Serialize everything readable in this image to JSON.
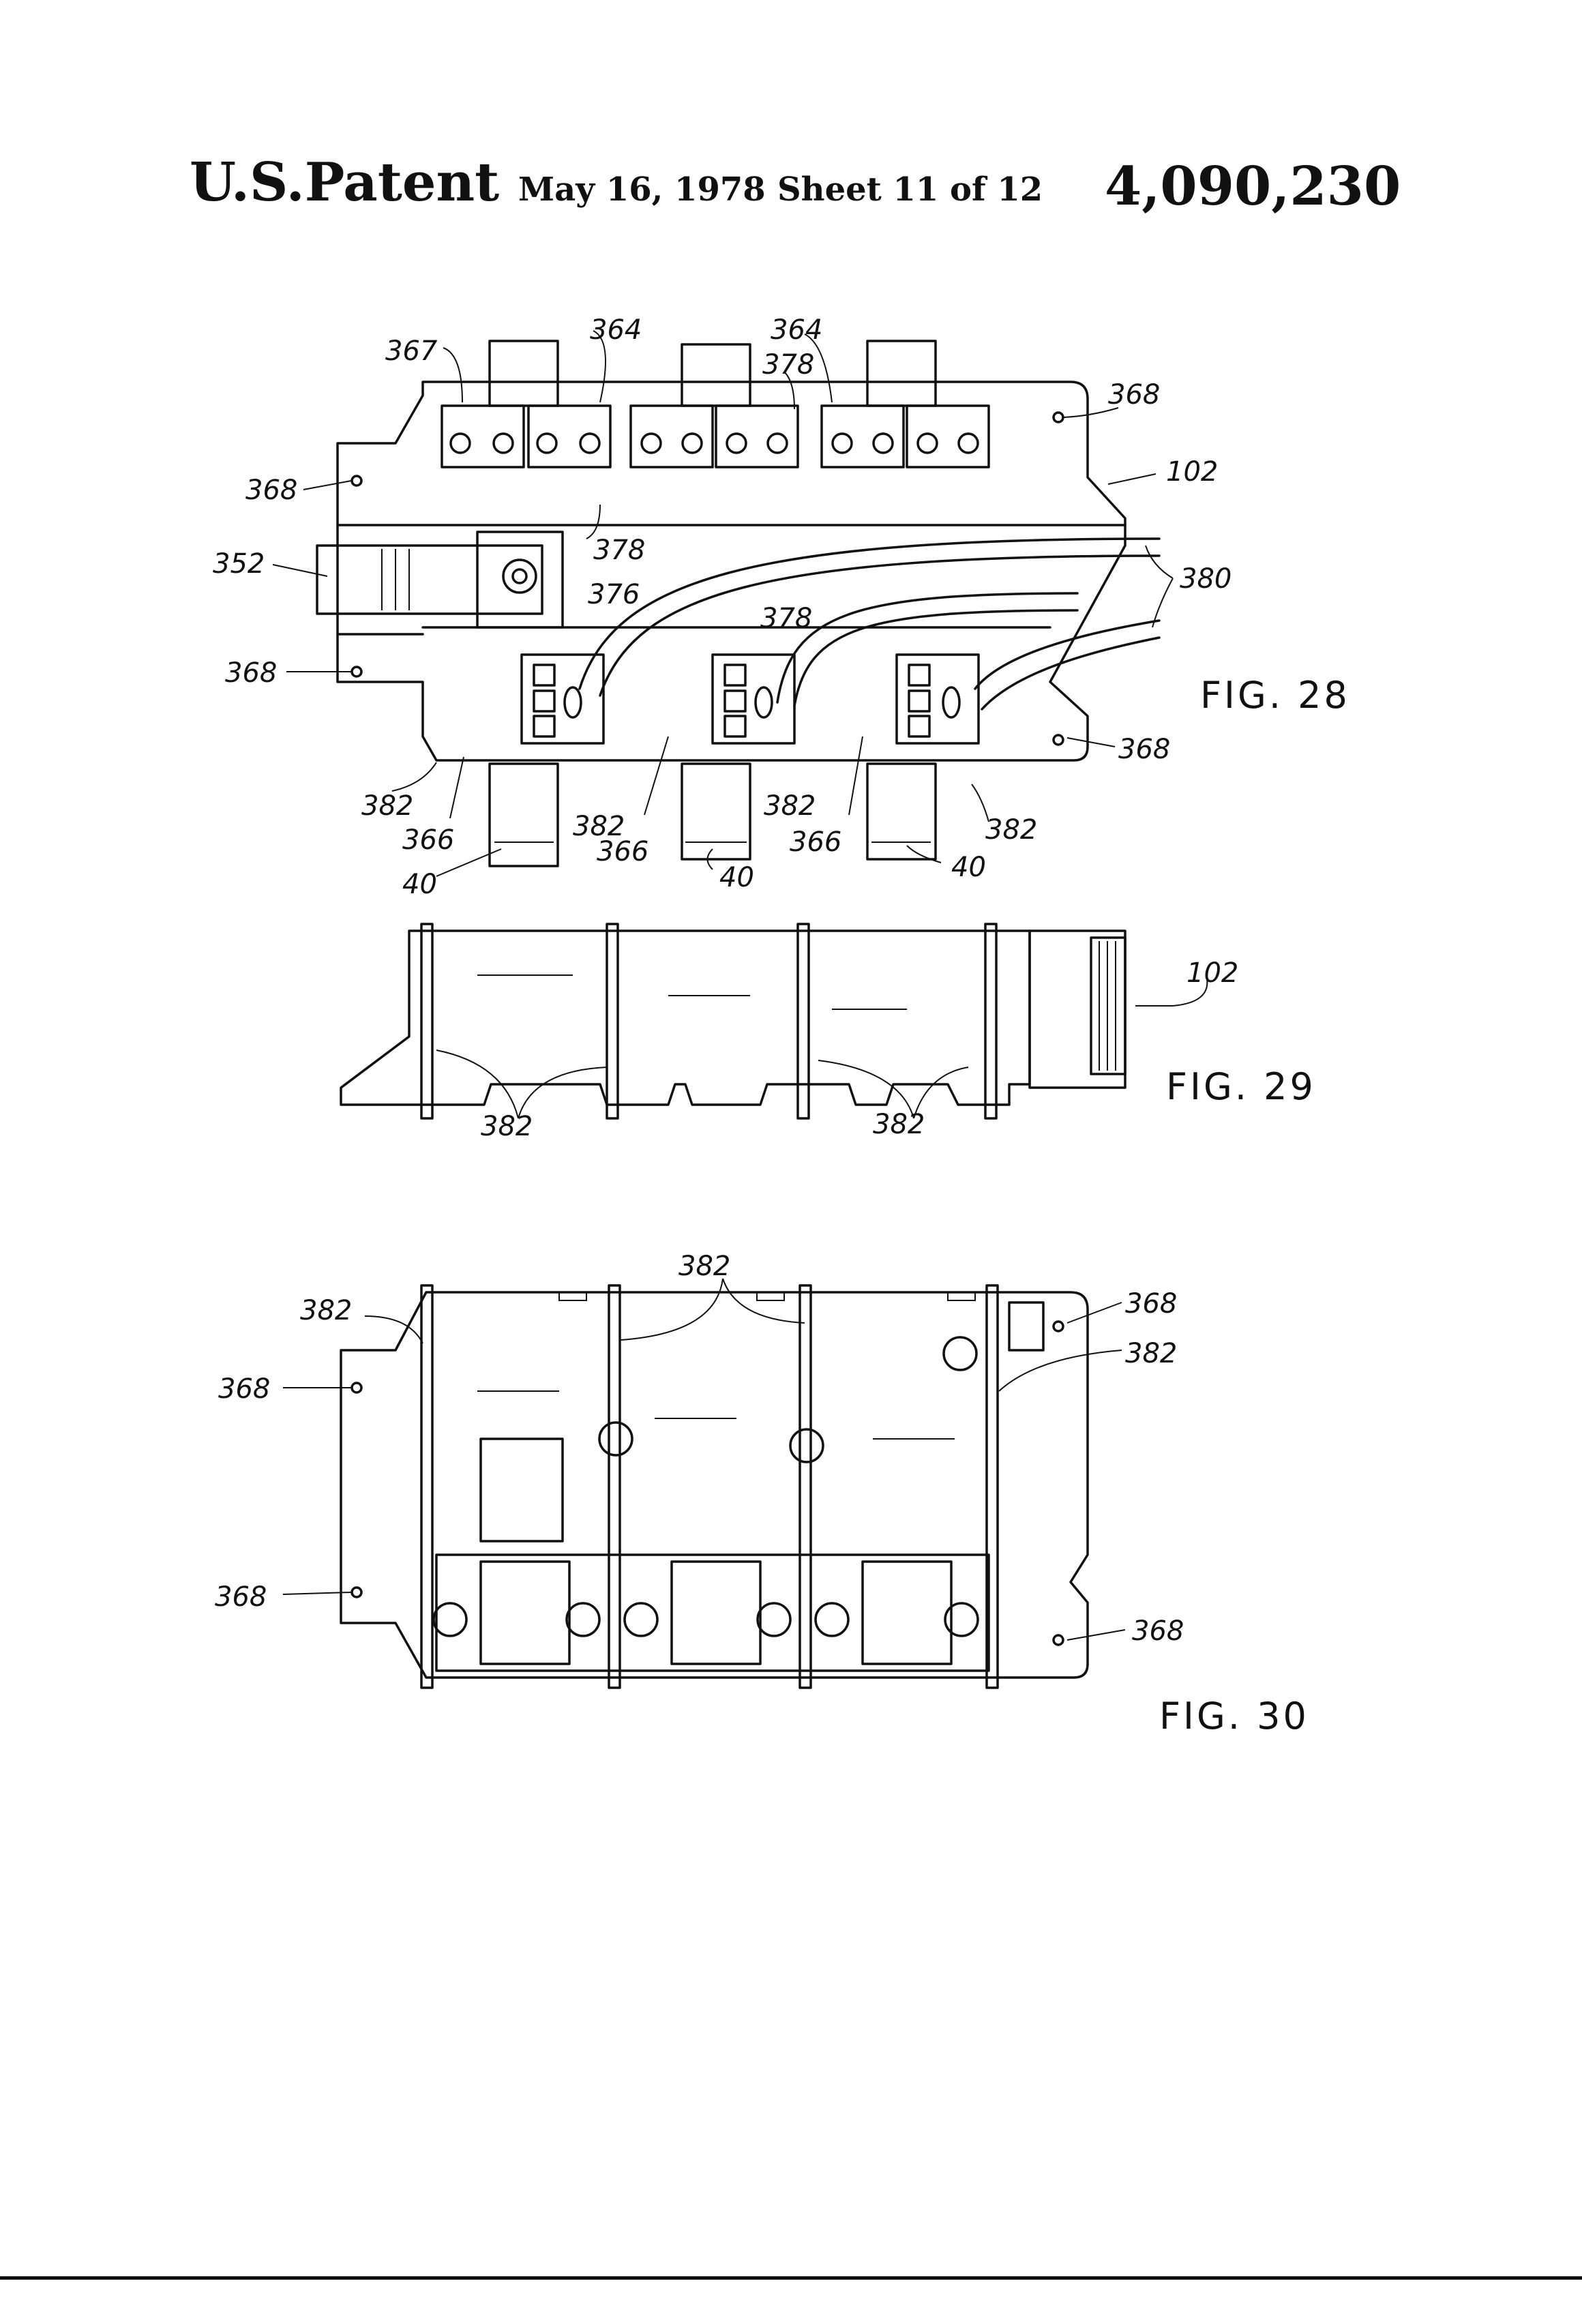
{
  "header": {
    "title": "U.S.Patent",
    "date": "May 16, 1978",
    "sheet": "Sheet 11 of 12",
    "patent_number": "4,090,230"
  },
  "figures": {
    "fig28": {
      "caption": "FIG. 28",
      "labels": {
        "l367": "367",
        "l364a": "364",
        "l364b": "364",
        "l378a": "378",
        "l378b": "378",
        "l378c": "378",
        "l376": "376",
        "l368a": "368",
        "l368b": "368",
        "l368c": "368",
        "l368d": "368",
        "l352": "352",
        "l102": "102",
        "l380": "380",
        "l382a": "382",
        "l382b": "382",
        "l382c": "382",
        "l382d": "382",
        "l366a": "366",
        "l366b": "366",
        "l366c": "366",
        "l40a": "40",
        "l40b": "40",
        "l40c": "40"
      }
    },
    "fig29": {
      "caption": "FIG. 29",
      "labels": {
        "l102": "102",
        "l382a": "382",
        "l382b": "382"
      }
    },
    "fig30": {
      "caption": "FIG. 30",
      "labels": {
        "l382a": "382",
        "l382b": "382",
        "l382c": "382",
        "l368a": "368",
        "l368b": "368",
        "l368c": "368",
        "l368d": "368"
      }
    }
  }
}
